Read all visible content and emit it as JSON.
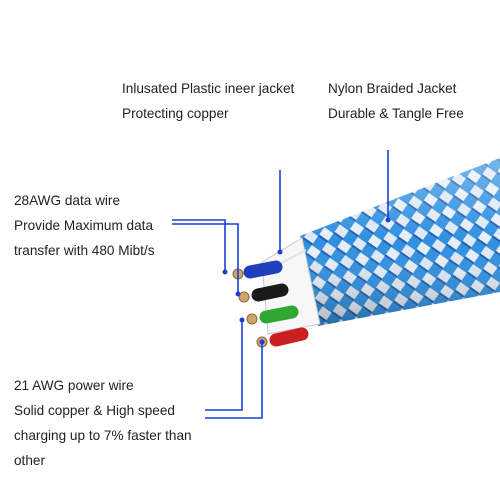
{
  "callouts": {
    "inner_jacket": {
      "line1": "Inlusated Plastic ineer jacket",
      "line2": "Protecting copper"
    },
    "outer_jacket": {
      "line1": "Nylon Braided Jacket",
      "line2": "Durable & Tangle Free"
    },
    "data_wire": {
      "line1": "28AWG data wire",
      "line2": "Provide Maximum data",
      "line3": "transfer with 480 Mibt/s"
    },
    "power_wire": {
      "line1": "21 AWG power wire",
      "line2": "Solid copper & High speed",
      "line3": "charging up to 7% faster than",
      "line4": "other"
    }
  },
  "wires": [
    {
      "name": "blue",
      "color": "#1f3fbf"
    },
    {
      "name": "black",
      "color": "#1a1a1a"
    },
    {
      "name": "green",
      "color": "#2fa832"
    },
    {
      "name": "red",
      "color": "#cc1f1f"
    }
  ],
  "colors": {
    "leader": "#1a3fd6",
    "braid_blue": "#2f8fe0",
    "braid_white": "#e8eef6",
    "text": "#222222"
  }
}
